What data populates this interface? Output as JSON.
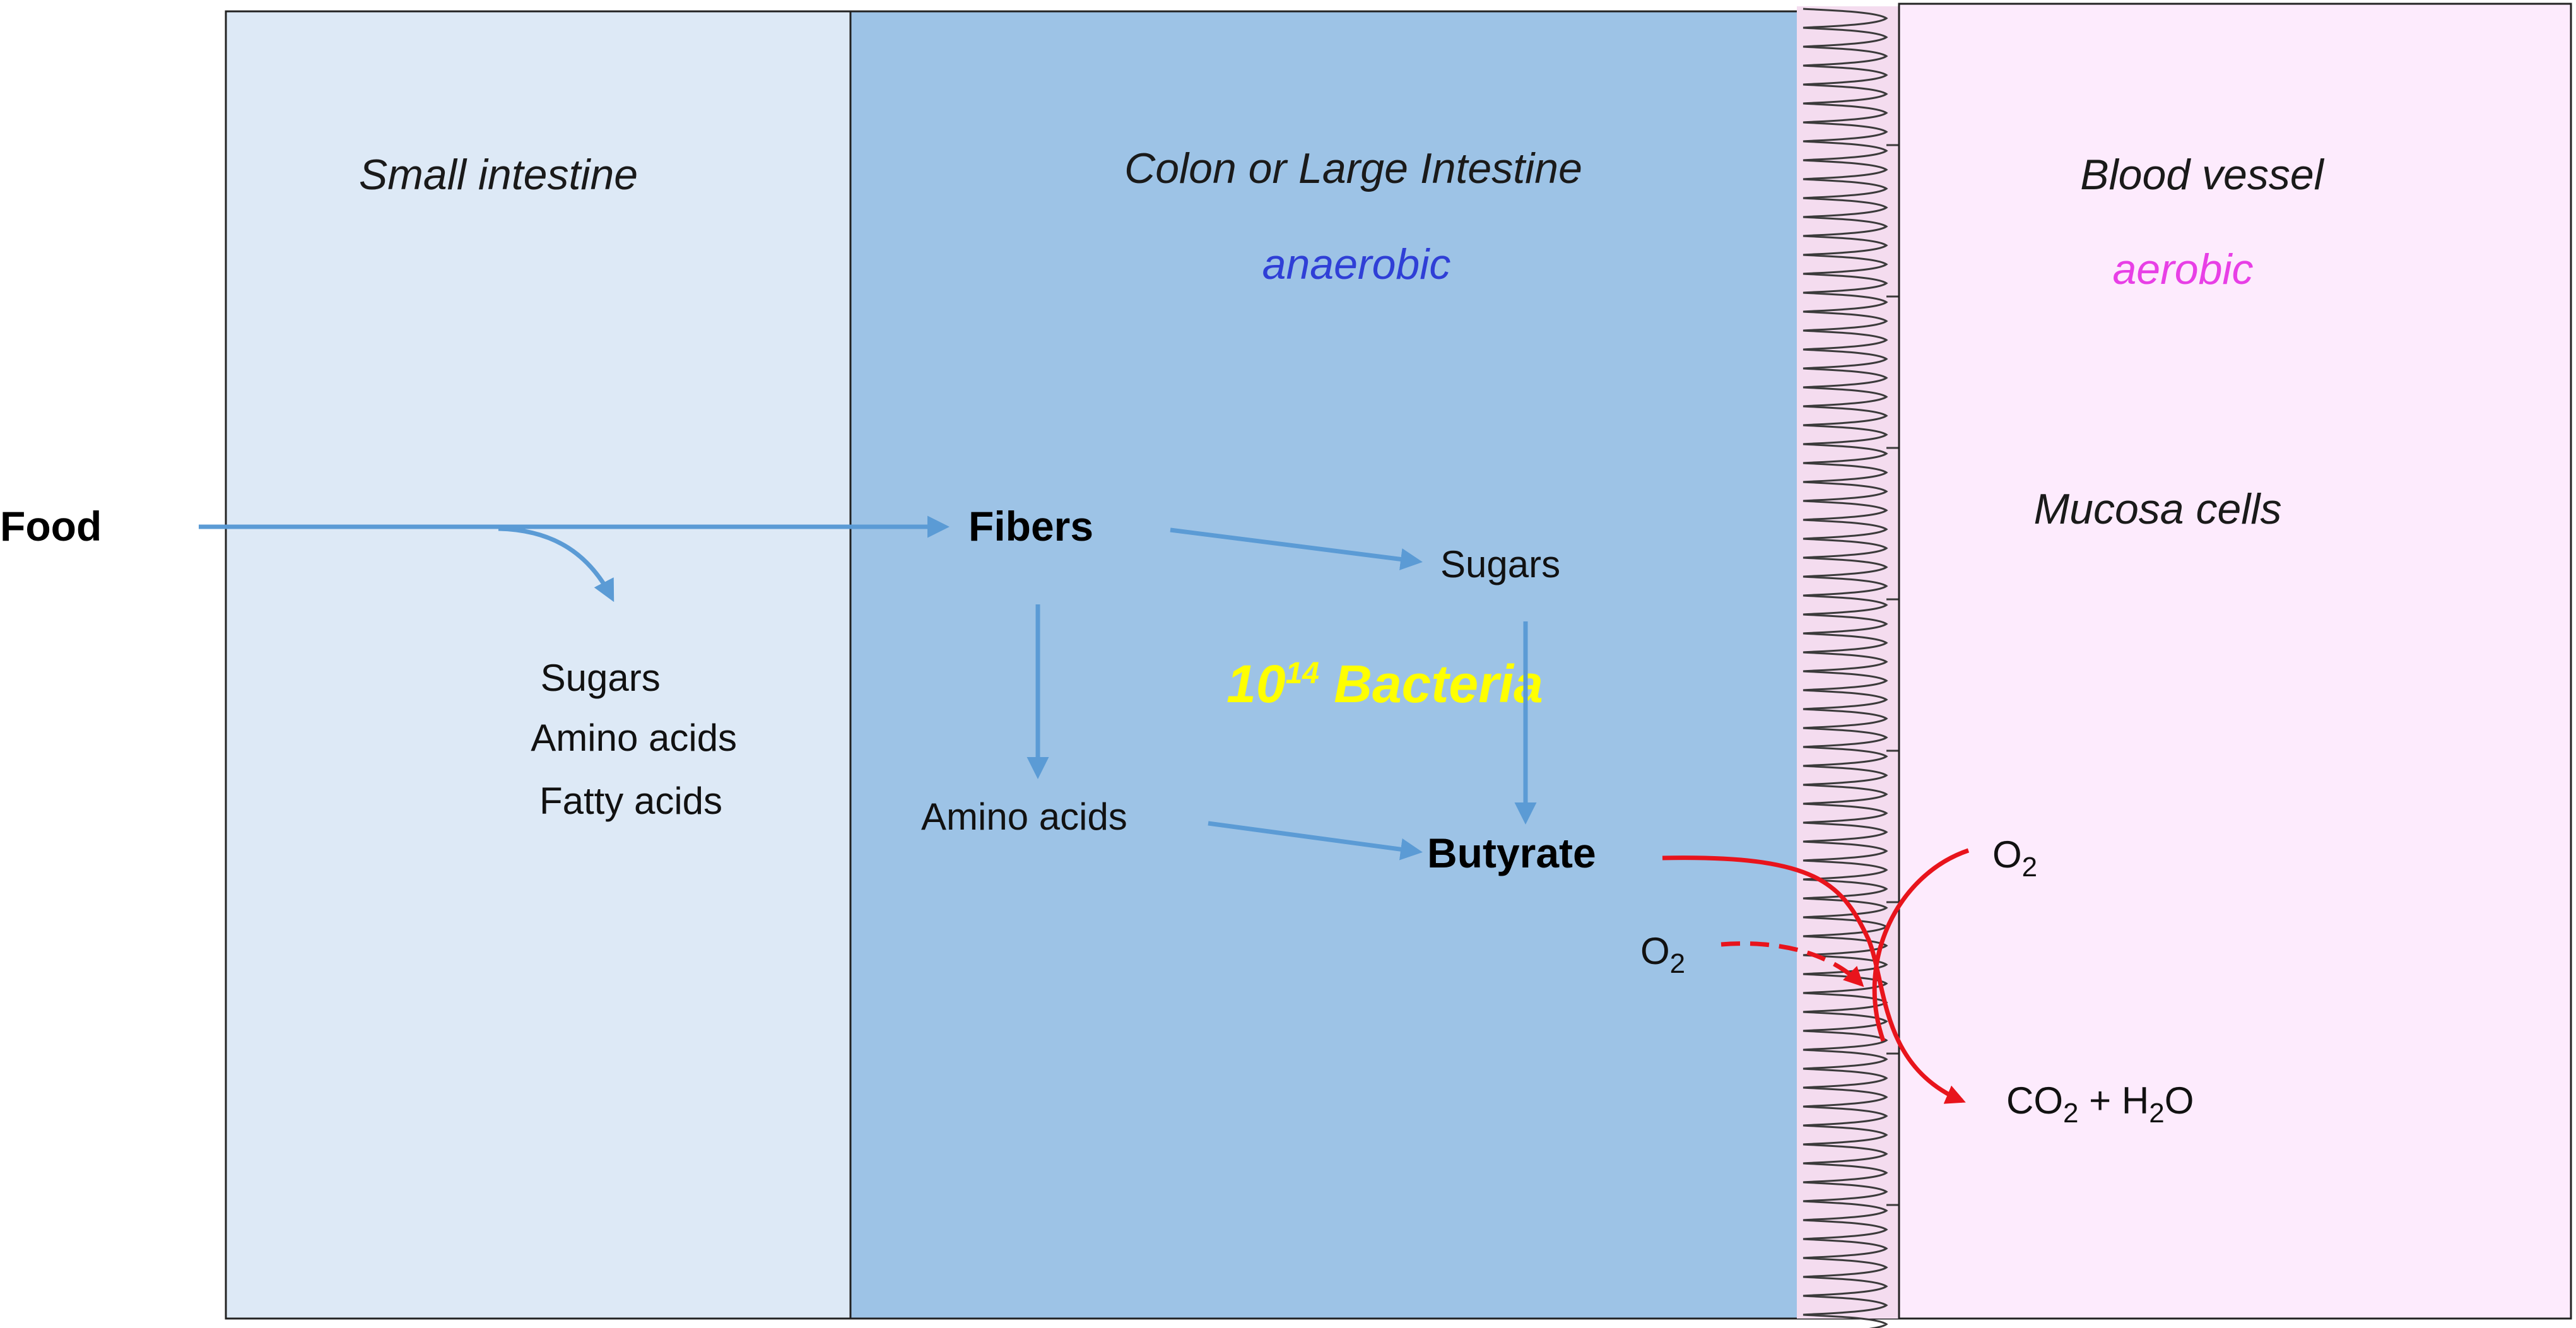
{
  "regions": {
    "small_intestine": "Small intestine",
    "colon": "Colon or Large Intestine",
    "blood_vessel": "Blood vessel",
    "mucosa": "Mucosa cells"
  },
  "conditions": {
    "anaerobic": "anaerobic",
    "aerobic": "aerobic"
  },
  "nodes": {
    "food": "Food",
    "fibers": "Fibers",
    "colon_sugars": "Sugars",
    "colon_amino_acids": "Amino acids",
    "butyrate": "Butyrate",
    "small_products": [
      "Sugars",
      "Amino acids",
      "Fatty acids"
    ],
    "oxygen_left": {
      "base": "O",
      "sub": "2"
    },
    "oxygen_right": {
      "base": "O",
      "sub": "2"
    },
    "products": {
      "co": "CO",
      "co_sub": "2",
      "plus_h": " + H",
      "h_sub": "2",
      "o": "O"
    }
  },
  "bacteria": {
    "base": "10",
    "sup": "14",
    "word": " Bacteria"
  },
  "colors": {
    "small_intestine_fill": "#dde9f6",
    "colon_fill": "#9dc3e6",
    "blood_fill": "#fdebfd",
    "mucosa_fill": "#f4dcef",
    "arrow_blue": "#5b9bd5",
    "arrow_red": "#e8141c",
    "anaerobic_text": "#2f3fd6",
    "aerobic_text": "#e83fe6",
    "bacteria_text": "#ffff00"
  }
}
